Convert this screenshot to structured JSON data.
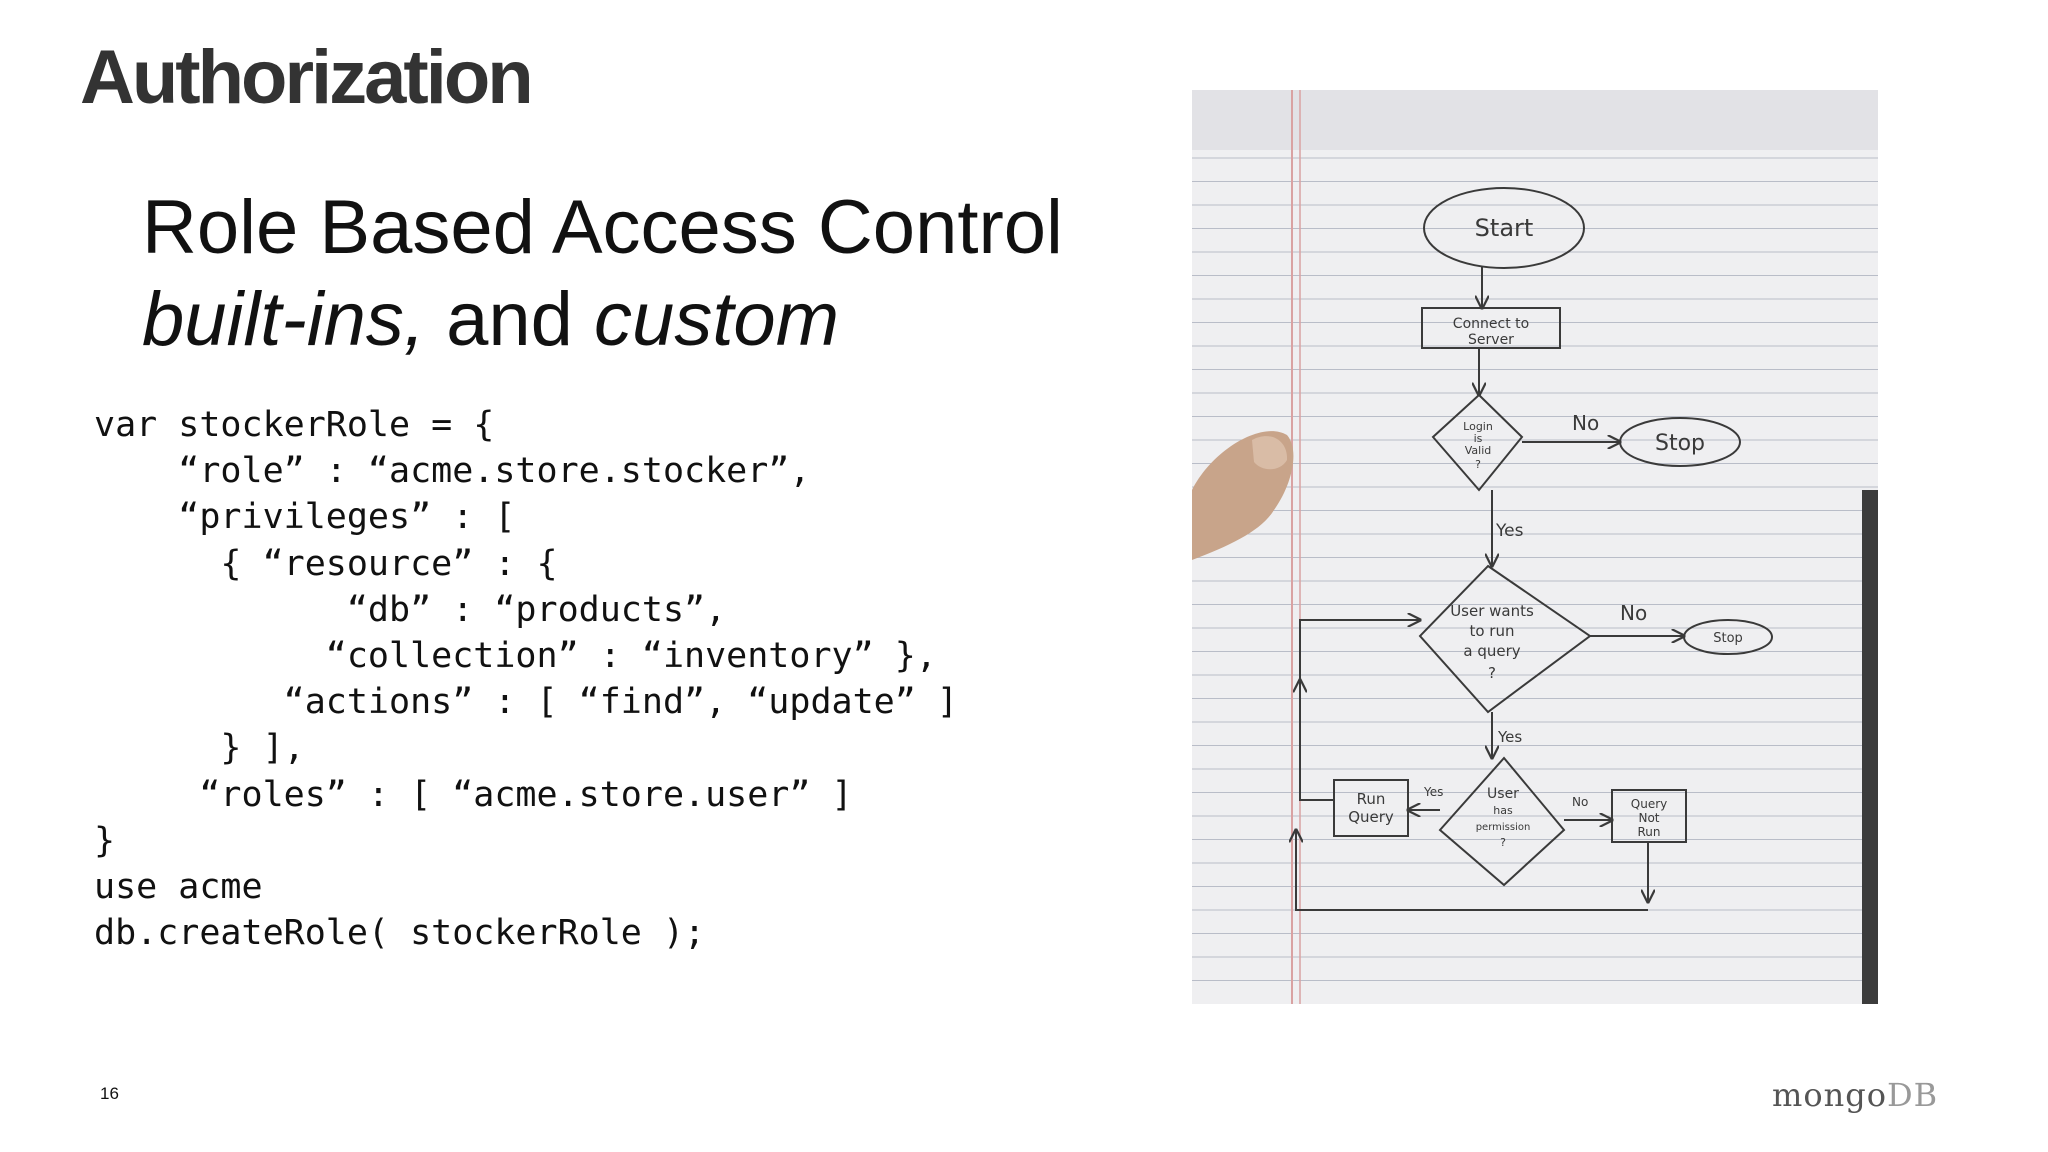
{
  "slide": {
    "title": "Authorization",
    "subtitle": {
      "line1": "Role Based Access Control",
      "line2_part1": "built-ins,",
      "line2_part2": " and ",
      "line2_part3": "custom"
    },
    "code_lines": [
      "var stockerRole = {",
      "    “role” : “acme.store.stocker”,",
      "    “privileges” : [",
      "      { “resource” : {",
      "            “db” : “products”,",
      "           “collection” : “inventory” },",
      "         “actions” : [ “find”, “update” ]",
      "      } ],",
      "     “roles” : [ “acme.store.user” ]",
      "}",
      "use acme",
      "db.createRole( stockerRole );"
    ],
    "page_number": "16",
    "logo": {
      "part1": "mongo",
      "part2": "DB"
    }
  },
  "flowchart_photo": {
    "nodes": {
      "start": "Start",
      "connect_line1": "Connect to",
      "connect_line2": "Server",
      "login_line1": "Login",
      "login_line2": "is",
      "login_line3": "Valid",
      "login_line4": "?",
      "stop1": "Stop",
      "query_line1": "User wants",
      "query_line2": "to run",
      "query_line3": "a query",
      "query_line4": "?",
      "stop2": "Stop",
      "perm_line1": "User",
      "perm_line2": "has",
      "perm_line3": "permission",
      "perm_line4": "?",
      "run_line1": "Run",
      "run_line2": "Query",
      "notrun_line1": "Query",
      "notrun_line2": "Not",
      "notrun_line3": "Run"
    },
    "labels": {
      "no1": "No",
      "yes1": "Yes",
      "no2": "No",
      "yes2": "Yes",
      "yes3": "Yes",
      "no3": "No"
    },
    "colors": {
      "paper": "#efeff1",
      "ruled_line": "#b9bdc8",
      "margin_line": "#d9a2a2",
      "ink": "#3a3a3a",
      "hand": "#c8a48a"
    }
  }
}
